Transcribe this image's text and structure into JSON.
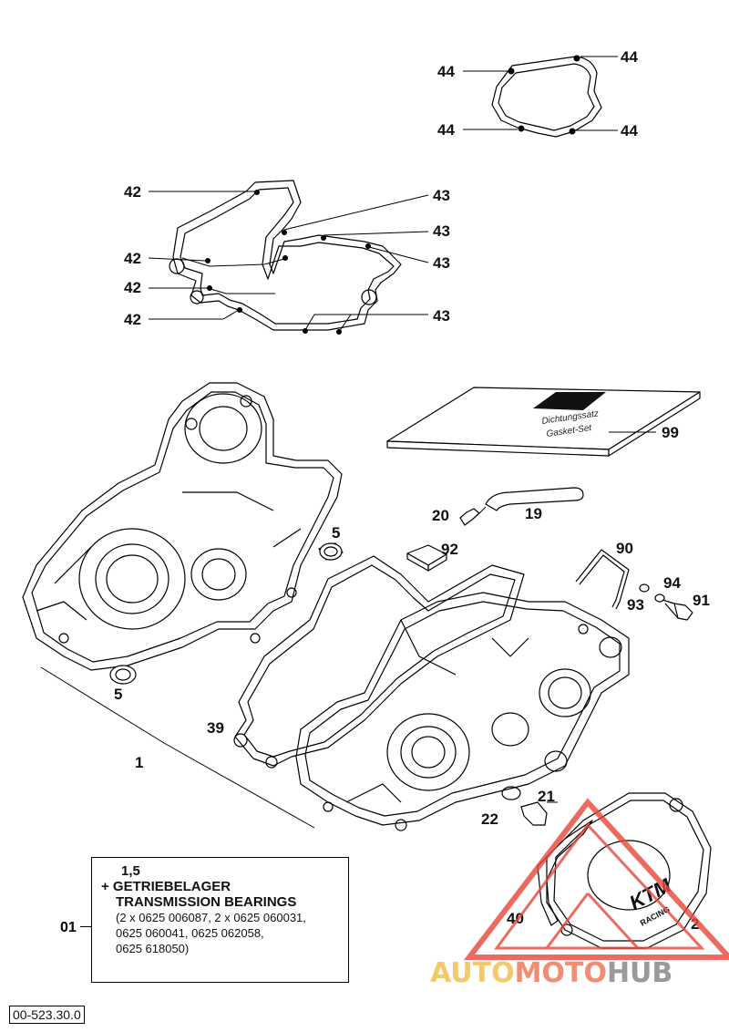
{
  "diagram": {
    "callouts": {
      "c44a": "44",
      "c44b": "44",
      "c44c": "44",
      "c44d": "44",
      "c42a": "42",
      "c42b": "42",
      "c42c": "42",
      "c42d": "42",
      "c43a": "43",
      "c43b": "43",
      "c43c": "43",
      "c43d": "43",
      "c99": "99",
      "c20": "20",
      "c19": "19",
      "c92": "92",
      "c90": "90",
      "c94": "94",
      "c93": "93",
      "c91": "91",
      "c5a": "5",
      "c5b": "5",
      "c39": "39",
      "c1": "1",
      "c21": "21",
      "c22": "22",
      "c40": "40",
      "c2": "2"
    },
    "package_text": {
      "line1": "Dichtungssatz",
      "line2": "Gasket-Set"
    },
    "cover_brand": {
      "logo": "KTM",
      "sub": "RACING"
    }
  },
  "legend": {
    "ref": "01",
    "line1": "1,5",
    "line2": "+ GETRIEBELAGER",
    "line3": "TRANSMISSION BEARINGS",
    "line4": "(2 x 0625 006087, 2 x 0625 060031,",
    "line5": "0625 060041, 0625 062058,",
    "line6": "0625 618050)"
  },
  "drawing_id": "00-523.30.0",
  "watermark": {
    "part1": "AUTO",
    "part2": "MOTO",
    "part3": "HUB",
    "accent_color": "#e8473a"
  }
}
